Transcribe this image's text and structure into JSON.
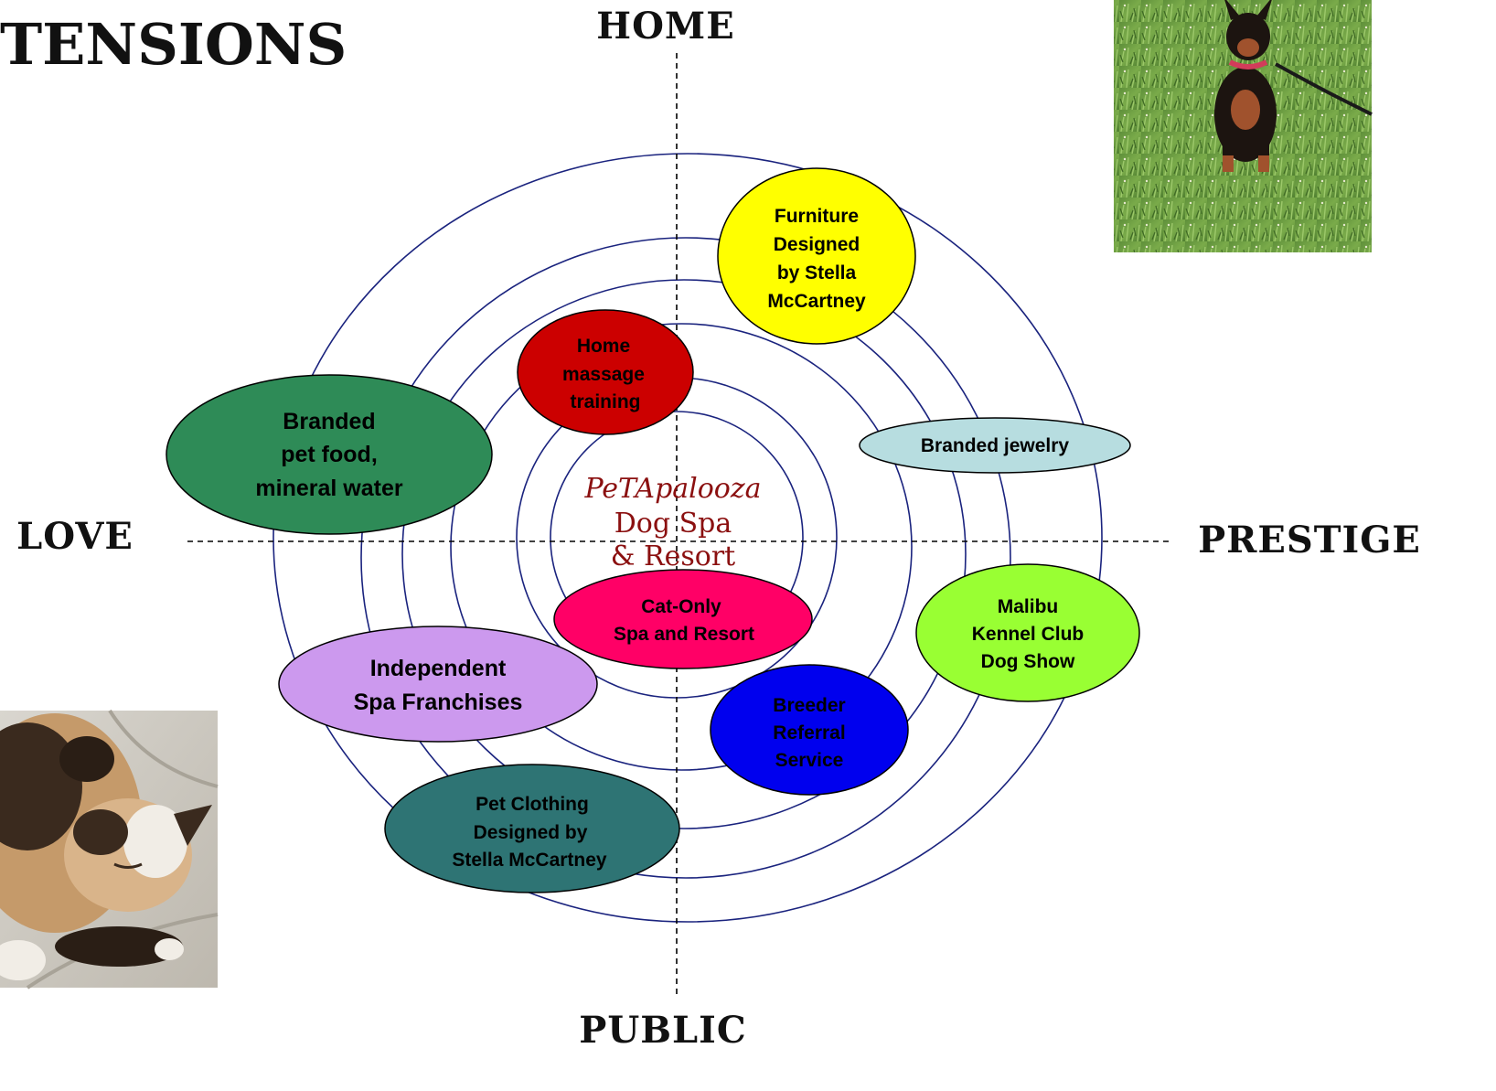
{
  "title": "TENSIONS",
  "axes": {
    "top": "HOME",
    "bottom": "PUBLIC",
    "left": "LOVE",
    "right": "PRESTIGE"
  },
  "center": {
    "line1": "PeTApalooza",
    "line2": "Dog Spa",
    "line3": "& Resort"
  },
  "nodes": {
    "furniture": {
      "lines": [
        "Furniture",
        "Designed",
        "by Stella",
        "McCartney"
      ],
      "color": "#ffff00"
    },
    "home_massage": {
      "lines": [
        "Home",
        "massage",
        "training"
      ],
      "color": "#cc0000"
    },
    "branded_food": {
      "lines": [
        "Branded",
        "pet food,",
        "mineral water"
      ],
      "color": "#2e8b57"
    },
    "branded_jewelry": {
      "lines": [
        "Branded jewelry"
      ],
      "color": "#b7dde0"
    },
    "cat_only": {
      "lines": [
        "Cat-Only",
        "Spa and Resort"
      ],
      "color": "#ff0066"
    },
    "malibu": {
      "lines": [
        "Malibu",
        "Kennel Club",
        "Dog Show"
      ],
      "color": "#99ff33"
    },
    "independent": {
      "lines": [
        "Independent",
        "Spa Franchises"
      ],
      "color": "#cc99ee"
    },
    "breeder": {
      "lines": [
        "Breeder",
        "Referral",
        "Service"
      ],
      "color": "#0000ee"
    },
    "clothing": {
      "lines": [
        "Pet Clothing",
        "Designed by",
        "Stella McCartney"
      ],
      "color": "#2e7474"
    }
  },
  "images": {
    "dog": "dog-photo",
    "cat": "cat-photo"
  },
  "colors": {
    "rings": "#1a237e",
    "axis": "#000000",
    "center_text": "#8b1010"
  }
}
